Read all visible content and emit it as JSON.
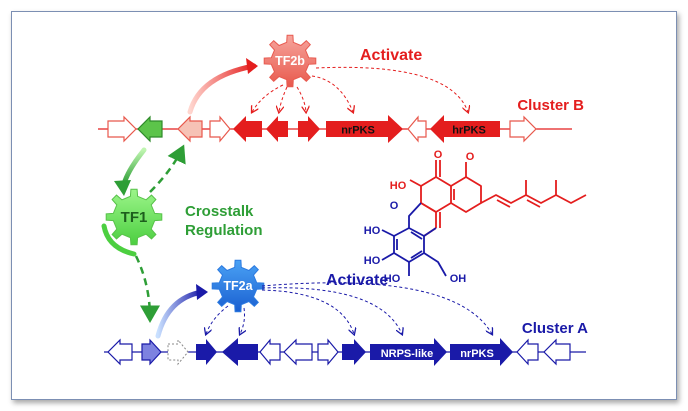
{
  "colors": {
    "red": "#e41e1e",
    "red_light": "#f08a80",
    "blue": "#1a1aa8",
    "blue_light": "#3a86e8",
    "green": "#2e9e36",
    "green_light": "#6ee05a",
    "frame": "#7c8fb3"
  },
  "labels": {
    "tf2b": "TF2b",
    "tf2a": "TF2a",
    "tf1": "TF1",
    "activate_top": "Activate",
    "activate_bottom": "Activate",
    "cluster_b": "Cluster B",
    "cluster_a": "Cluster A",
    "crosstalk_1": "Crosstalk",
    "crosstalk_2": "Regulation",
    "nrpks_b": "nrPKS",
    "hrpks_b": "hrPKS",
    "nrps_like_a": "NRPS-like",
    "nrpks_a": "nrPKS"
  },
  "molecule": {
    "o_top": "O",
    "o_ring": "O",
    "o_phenol_top": "O",
    "ho_left": "HO",
    "ho_top": "HO",
    "ho_2": "HO",
    "ho_3": "HO",
    "oh": "OH"
  },
  "icons": [
    "gear-icon",
    "arrow-icon",
    "gene-arrow-icon"
  ]
}
